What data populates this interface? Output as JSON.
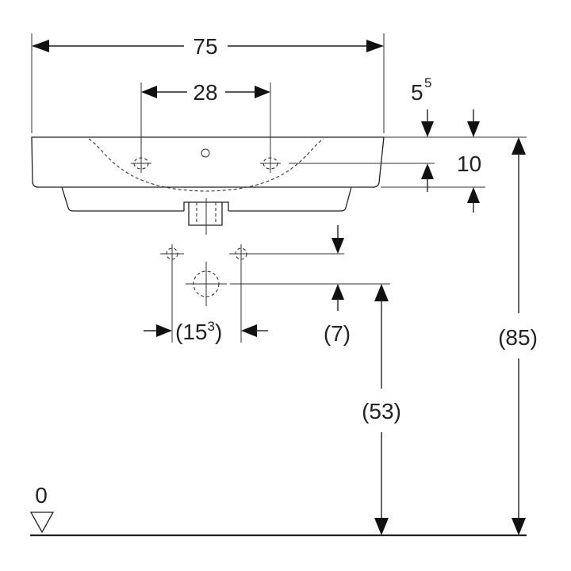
{
  "dimensions": {
    "overall_width": "75",
    "tap_spacing": "28",
    "rim_base": "5",
    "rim_sup": "5",
    "bowl_depth": "10",
    "supply_spacing_open": "(15",
    "supply_spacing_sup": "3",
    "supply_spacing_close": ")",
    "supply_offset": "(7)",
    "supply_height": "(53)",
    "total_height": "(85)",
    "floor_level": "0"
  }
}
